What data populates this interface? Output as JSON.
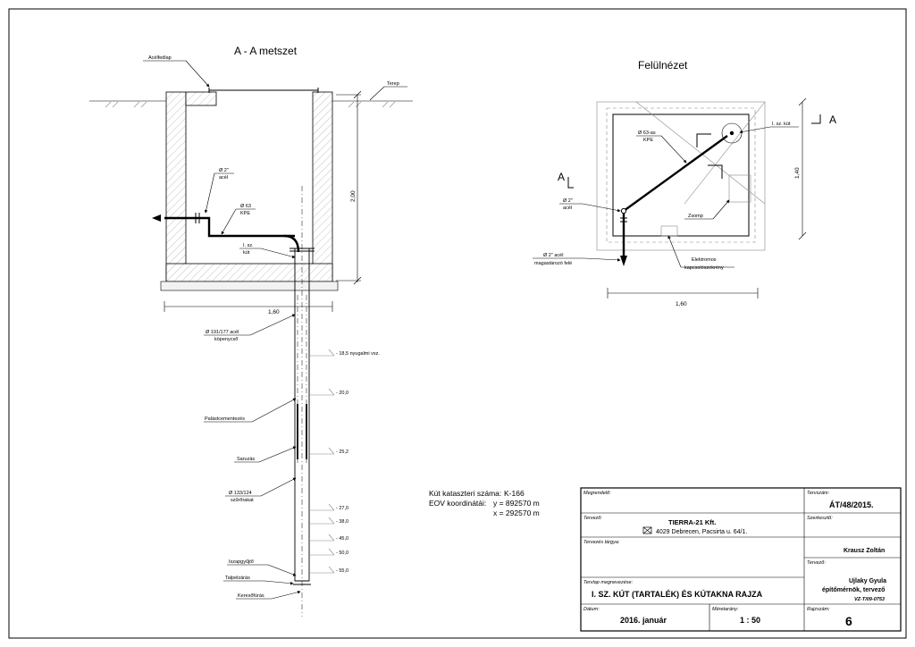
{
  "section": {
    "title": "A - A metszet",
    "labels": {
      "acelfedlap": "Acélfedlap",
      "terep": "Terep",
      "pipe2_line1": "Ø 2\"",
      "pipe2_line2": "acél",
      "kpe_line1": "Ø 63",
      "kpe_line2": "KPE",
      "kut_line1": "I. sz.",
      "kut_line2": "kút",
      "height_dim": "2,00",
      "width_dim": "1,60",
      "kopeny_line1": "Ø 191/177 acél",
      "kopeny_line2": "köpenycső",
      "palast": "Palástcementezés",
      "saruzas": "Saruzás",
      "szuro_line1": "Ø 133/124",
      "szuro_line2": "szűrőrakat",
      "iszap": "Iszapgyűjtő",
      "talp": "Talpelzárás",
      "kereso": "Keresőfúrás"
    },
    "levels": [
      "- 18,5 nyugalmi vsz.",
      "- 20,0",
      "- 25,2",
      "- 27,0",
      "- 38,0",
      "- 45,0",
      "- 50,0",
      "- 55,0"
    ]
  },
  "plan": {
    "title": "Felülnézet",
    "labels": {
      "kut": "I. sz. kút",
      "kpe_line1": "Ø 63-as",
      "kpe_line2": "KPE",
      "pipe2_line1": "Ø 2\"",
      "pipe2_line2": "acél",
      "zsomp": "Zsomp",
      "to_tank": "Ø 2\" acél",
      "to_tank2": "magastározó felé",
      "elektro_line1": "Elektromos",
      "elektro_line2": "kapcsolószekrény",
      "height_dim": "1,40",
      "width_dim": "1,60",
      "cut_left": "A",
      "cut_right": "A"
    }
  },
  "info": {
    "kataszter_label": "Kút kataszteri száma:",
    "kataszter_value": "K-166",
    "eov_label": "EOV koordinátái:",
    "eov_y": "y = 892570 m",
    "eov_x": "x = 292570 m"
  },
  "titleblock": {
    "megrendelo_label": "Megrendelő:",
    "tervszam_label": "Tervszám:",
    "tervszam": "ÁT/48/2015.",
    "tervezo_label": "Tervező:",
    "company": "TIERRA-21 Kft.",
    "address": "4029 Debrecen, Pacsirta u. 64/1.",
    "szerkeszto_label": "Szerkesztő:",
    "szerkeszto": "Krausz Zoltán",
    "targy_label": "Tervezés tárgya:",
    "tervezo2_label": "Tervező:",
    "tervezo_name": "Ujlaky Gyula",
    "tervezo_title": "építőmérnök, tervező",
    "tervezo_code": "VZ-T/09-0753",
    "megnevezes_label": "Tervlap megnevezése:",
    "megnevezes": "I. SZ. KÚT (TARTALÉK) ÉS KÚTAKNA RAJZA",
    "datum_label": "Dátum:",
    "datum": "2016. január",
    "meretarany_label": "Méretarány:",
    "meretarany": "1 : 50",
    "rajzszam_label": "Rajzszám:",
    "rajzszam": "6"
  }
}
